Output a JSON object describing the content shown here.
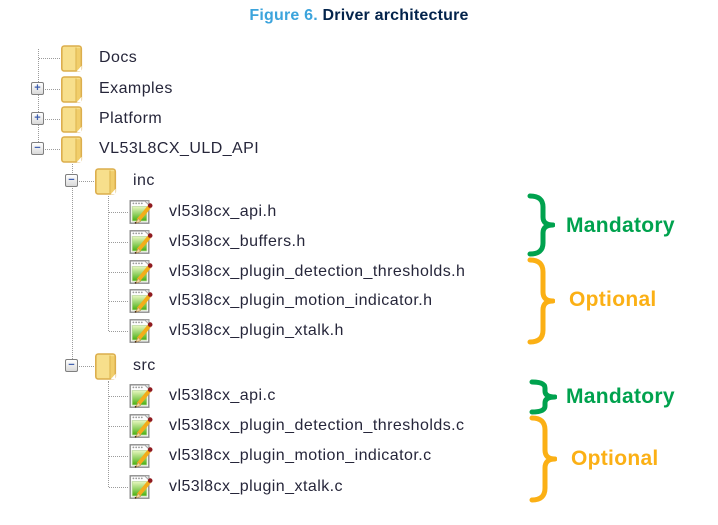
{
  "figure": {
    "label": "Figure 6.",
    "title": "Driver architecture"
  },
  "tree": {
    "level1": [
      {
        "label": "Docs",
        "expander": "none"
      },
      {
        "label": "Examples",
        "expander": "plus"
      },
      {
        "label": "Platform",
        "expander": "plus"
      },
      {
        "label": "VL53L8CX_ULD_API",
        "expander": "minus"
      }
    ],
    "inc": {
      "label": "inc",
      "expander": "minus",
      "files": [
        "vl53l8cx_api.h",
        "vl53l8cx_buffers.h",
        "vl53l8cx_plugin_detection_thresholds.h",
        "vl53l8cx_plugin_motion_indicator.h",
        "vl53l8cx_plugin_xtalk.h"
      ]
    },
    "src": {
      "label": "src",
      "expander": "minus",
      "files": [
        "vl53l8cx_api.c",
        "vl53l8cx_plugin_detection_thresholds.c",
        "vl53l8cx_plugin_motion_indicator.c",
        "vl53l8cx_plugin_xtalk.c"
      ]
    }
  },
  "icons": {
    "plus": "+",
    "minus": "−",
    "folder": "folder-icon",
    "file": "file-edit-icon"
  },
  "annotations": {
    "inc_mandatory": {
      "text": "Mandatory",
      "color": "#00A24E"
    },
    "inc_optional": {
      "text": "Optional",
      "color": "#FBB015"
    },
    "src_mandatory": {
      "text": "Mandatory",
      "color": "#00A24E"
    },
    "src_optional": {
      "text": "Optional",
      "color": "#FBB015"
    }
  },
  "colors": {
    "mandatory_green": "#00A24E",
    "optional_orange": "#FBB015",
    "figure_label_blue": "#3CA4DC",
    "figure_title_navy": "#03234B"
  }
}
